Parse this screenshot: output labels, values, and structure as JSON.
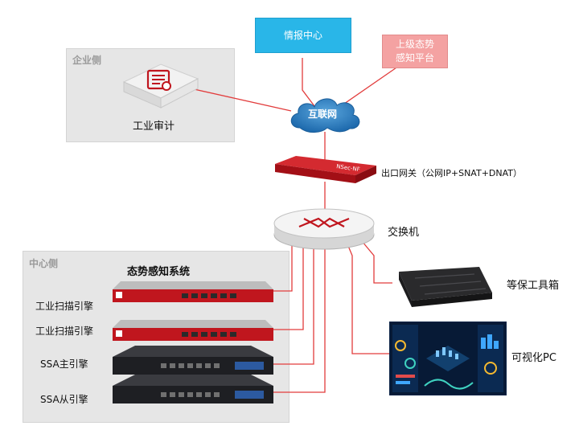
{
  "zones": {
    "enterprise": "企业侧",
    "center": "中心侧"
  },
  "nodes": {
    "intel_center": "情报中心",
    "upper_platform_line1": "上级态势",
    "upper_platform_line2": "感知平台",
    "internet": "互联网",
    "industrial_audit": "工业审计",
    "firewall_brand": "NSec-NF",
    "gateway": "出口网关（公网IP+SNAT+DNAT）",
    "switch": "交换机",
    "situation_system": "态势感知系统",
    "scan_engine_1": "工业扫描引擎",
    "scan_engine_2": "工业扫描引擎",
    "ssa_master": "SSA主引擎",
    "ssa_slave": "SSA从引擎",
    "toolbox": "等保工具箱",
    "visual_pc": "可视化PC"
  },
  "colors": {
    "link": "#e23c3c",
    "intel_fill": "#29b6e8",
    "platform_fill": "#f4a2a2",
    "cloud_fill": "#2f7fc1",
    "device_red": "#c0161e",
    "device_dark": "#1e1f23",
    "zone_fill": "#e6e6e6"
  }
}
